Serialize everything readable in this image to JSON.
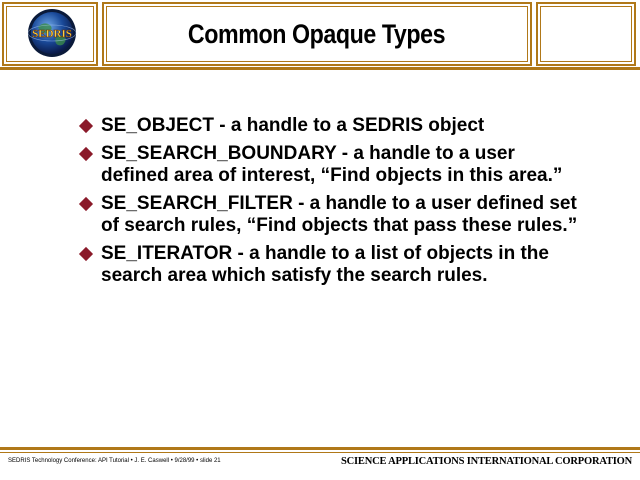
{
  "header": {
    "logo_text": "SEDRIS",
    "title": "Common Opaque Types"
  },
  "bullets": [
    {
      "text": "SE_OBJECT - a handle to a SEDRIS object"
    },
    {
      "text": "SE_SEARCH_BOUNDARY - a handle to a user defined area of interest, “Find objects in this area.”"
    },
    {
      "text": "SE_SEARCH_FILTER - a handle to a user defined set of search rules, “Find objects that pass these rules.”"
    },
    {
      "text": "SE_ITERATOR - a handle to a list of objects in the search area which satisfy the search rules."
    }
  ],
  "footer": {
    "left": "SEDRIS Technology Conference: API Tutorial • J. E. Caswell • 9/28/99 • slide 21",
    "right": "SCIENCE APPLICATIONS INTERNATIONAL CORPORATION"
  },
  "colors": {
    "frame": "#b07818",
    "bullet": "#8a1a2a",
    "globe": "#1a4a9a"
  }
}
